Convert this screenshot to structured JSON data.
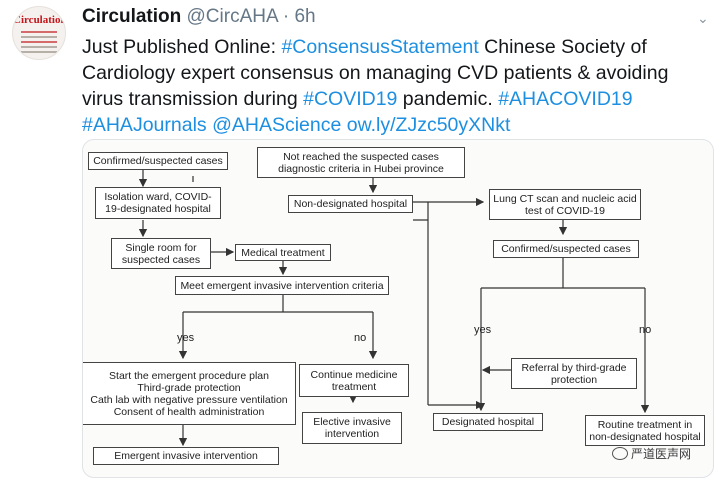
{
  "tweet": {
    "avatar_text": "Circulation",
    "display_name": "Circulation",
    "handle": "@CircAHA",
    "separator": "·",
    "time": "6h",
    "caret_icon": "chevron-down-icon",
    "text_parts": {
      "p1": "Just Published Online: ",
      "p2": "#ConsensusStatement",
      "p3": " Chinese Society of Cardiology expert consensus on managing CVD patients & avoiding virus transmission during ",
      "p4": "#COVID19",
      "p5": " pandemic. ",
      "p6": "#AHACOVID19",
      "p7": "#AHAJournals",
      "p8": "@AHAScience",
      "p9": "ow.ly/ZJzc50yXNkt"
    },
    "link_color": "#1d8fe0"
  },
  "flowchart": {
    "confirmed_left": "Confirmed/suspected cases",
    "not_reached": "Not reached the suspected cases diagnostic criteria in Hubei province",
    "isolation": "Isolation ward,  COVID-19-designated hospital",
    "non_designated": "Non-designated hospital",
    "lung_ct": "Lung CT scan and nucleic acid test of COVID-19",
    "single_room": "Single room for suspected cases",
    "medical_treatment": "Medical treatment",
    "confirmed_right": "Confirmed/suspected cases",
    "meet_criteria": "Meet emergent invasive intervention criteria",
    "yes_left": "yes",
    "no_left": "no",
    "yes_right": "yes",
    "no_right": "no",
    "emergent_plan": "Start the emergent procedure plan\nThird-grade protection\nCath lab with negative pressure ventilation\nConsent of health administration",
    "continue_medicine": "Continue medicine treatment",
    "referral": "Referral by third-grade protection",
    "elective": "Elective invasive intervention",
    "designated_hospital": "Designated hospital",
    "routine_treatment": "Routine treatment in non-designated hospital",
    "emergent_intervention": "Emergent invasive intervention"
  },
  "watermark": "严道医声网"
}
